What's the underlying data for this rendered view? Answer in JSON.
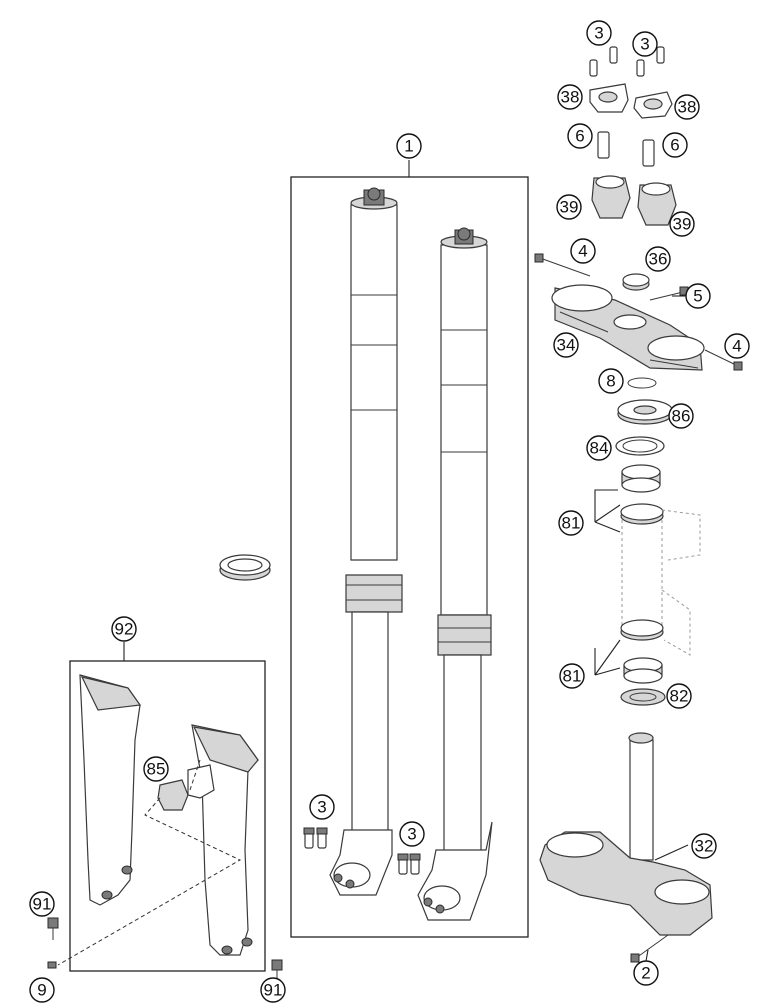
{
  "callouts": [
    {
      "id": "c-1",
      "label": "1",
      "part": "fork-assembly"
    },
    {
      "id": "c-3a",
      "label": "3",
      "part": "screw"
    },
    {
      "id": "c-3b",
      "label": "3",
      "part": "screw"
    },
    {
      "id": "c-38a",
      "label": "38",
      "part": "handlebar-clamp"
    },
    {
      "id": "c-38b",
      "label": "38",
      "part": "handlebar-clamp"
    },
    {
      "id": "c-6a",
      "label": "6",
      "part": "screw"
    },
    {
      "id": "c-6b",
      "label": "6",
      "part": "screw"
    },
    {
      "id": "c-39a",
      "label": "39",
      "part": "handlebar-riser"
    },
    {
      "id": "c-39b",
      "label": "39",
      "part": "handlebar-riser"
    },
    {
      "id": "c-4a",
      "label": "4",
      "part": "screw"
    },
    {
      "id": "c-36",
      "label": "36",
      "part": "steering-nut"
    },
    {
      "id": "c-5",
      "label": "5",
      "part": "screw"
    },
    {
      "id": "c-34",
      "label": "34",
      "part": "upper-triple-clamp"
    },
    {
      "id": "c-4b",
      "label": "4",
      "part": "screw"
    },
    {
      "id": "c-8",
      "label": "8",
      "part": "o-ring"
    },
    {
      "id": "c-86",
      "label": "86",
      "part": "spacer"
    },
    {
      "id": "c-84",
      "label": "84",
      "part": "seal-ring"
    },
    {
      "id": "c-81a",
      "label": "81",
      "part": "bearing"
    },
    {
      "id": "c-81b",
      "label": "81",
      "part": "bearing"
    },
    {
      "id": "c-82",
      "label": "82",
      "part": "seal-ring"
    },
    {
      "id": "c-32",
      "label": "32",
      "part": "lower-triple-clamp"
    },
    {
      "id": "c-2",
      "label": "2",
      "part": "screw"
    },
    {
      "id": "c-3c",
      "label": "3",
      "part": "screw"
    },
    {
      "id": "c-3d",
      "label": "3",
      "part": "screw"
    },
    {
      "id": "c-92",
      "label": "92",
      "part": "fork-guard-set"
    },
    {
      "id": "c-85",
      "label": "85",
      "part": "guard-bracket"
    },
    {
      "id": "c-91a",
      "label": "91",
      "part": "screw"
    },
    {
      "id": "c-9",
      "label": "9",
      "part": "screw"
    },
    {
      "id": "c-91b",
      "label": "91",
      "part": "screw"
    }
  ],
  "colors": {
    "line": "#3a3a3a",
    "shade": "#d6d6d6",
    "background": "#ffffff"
  }
}
